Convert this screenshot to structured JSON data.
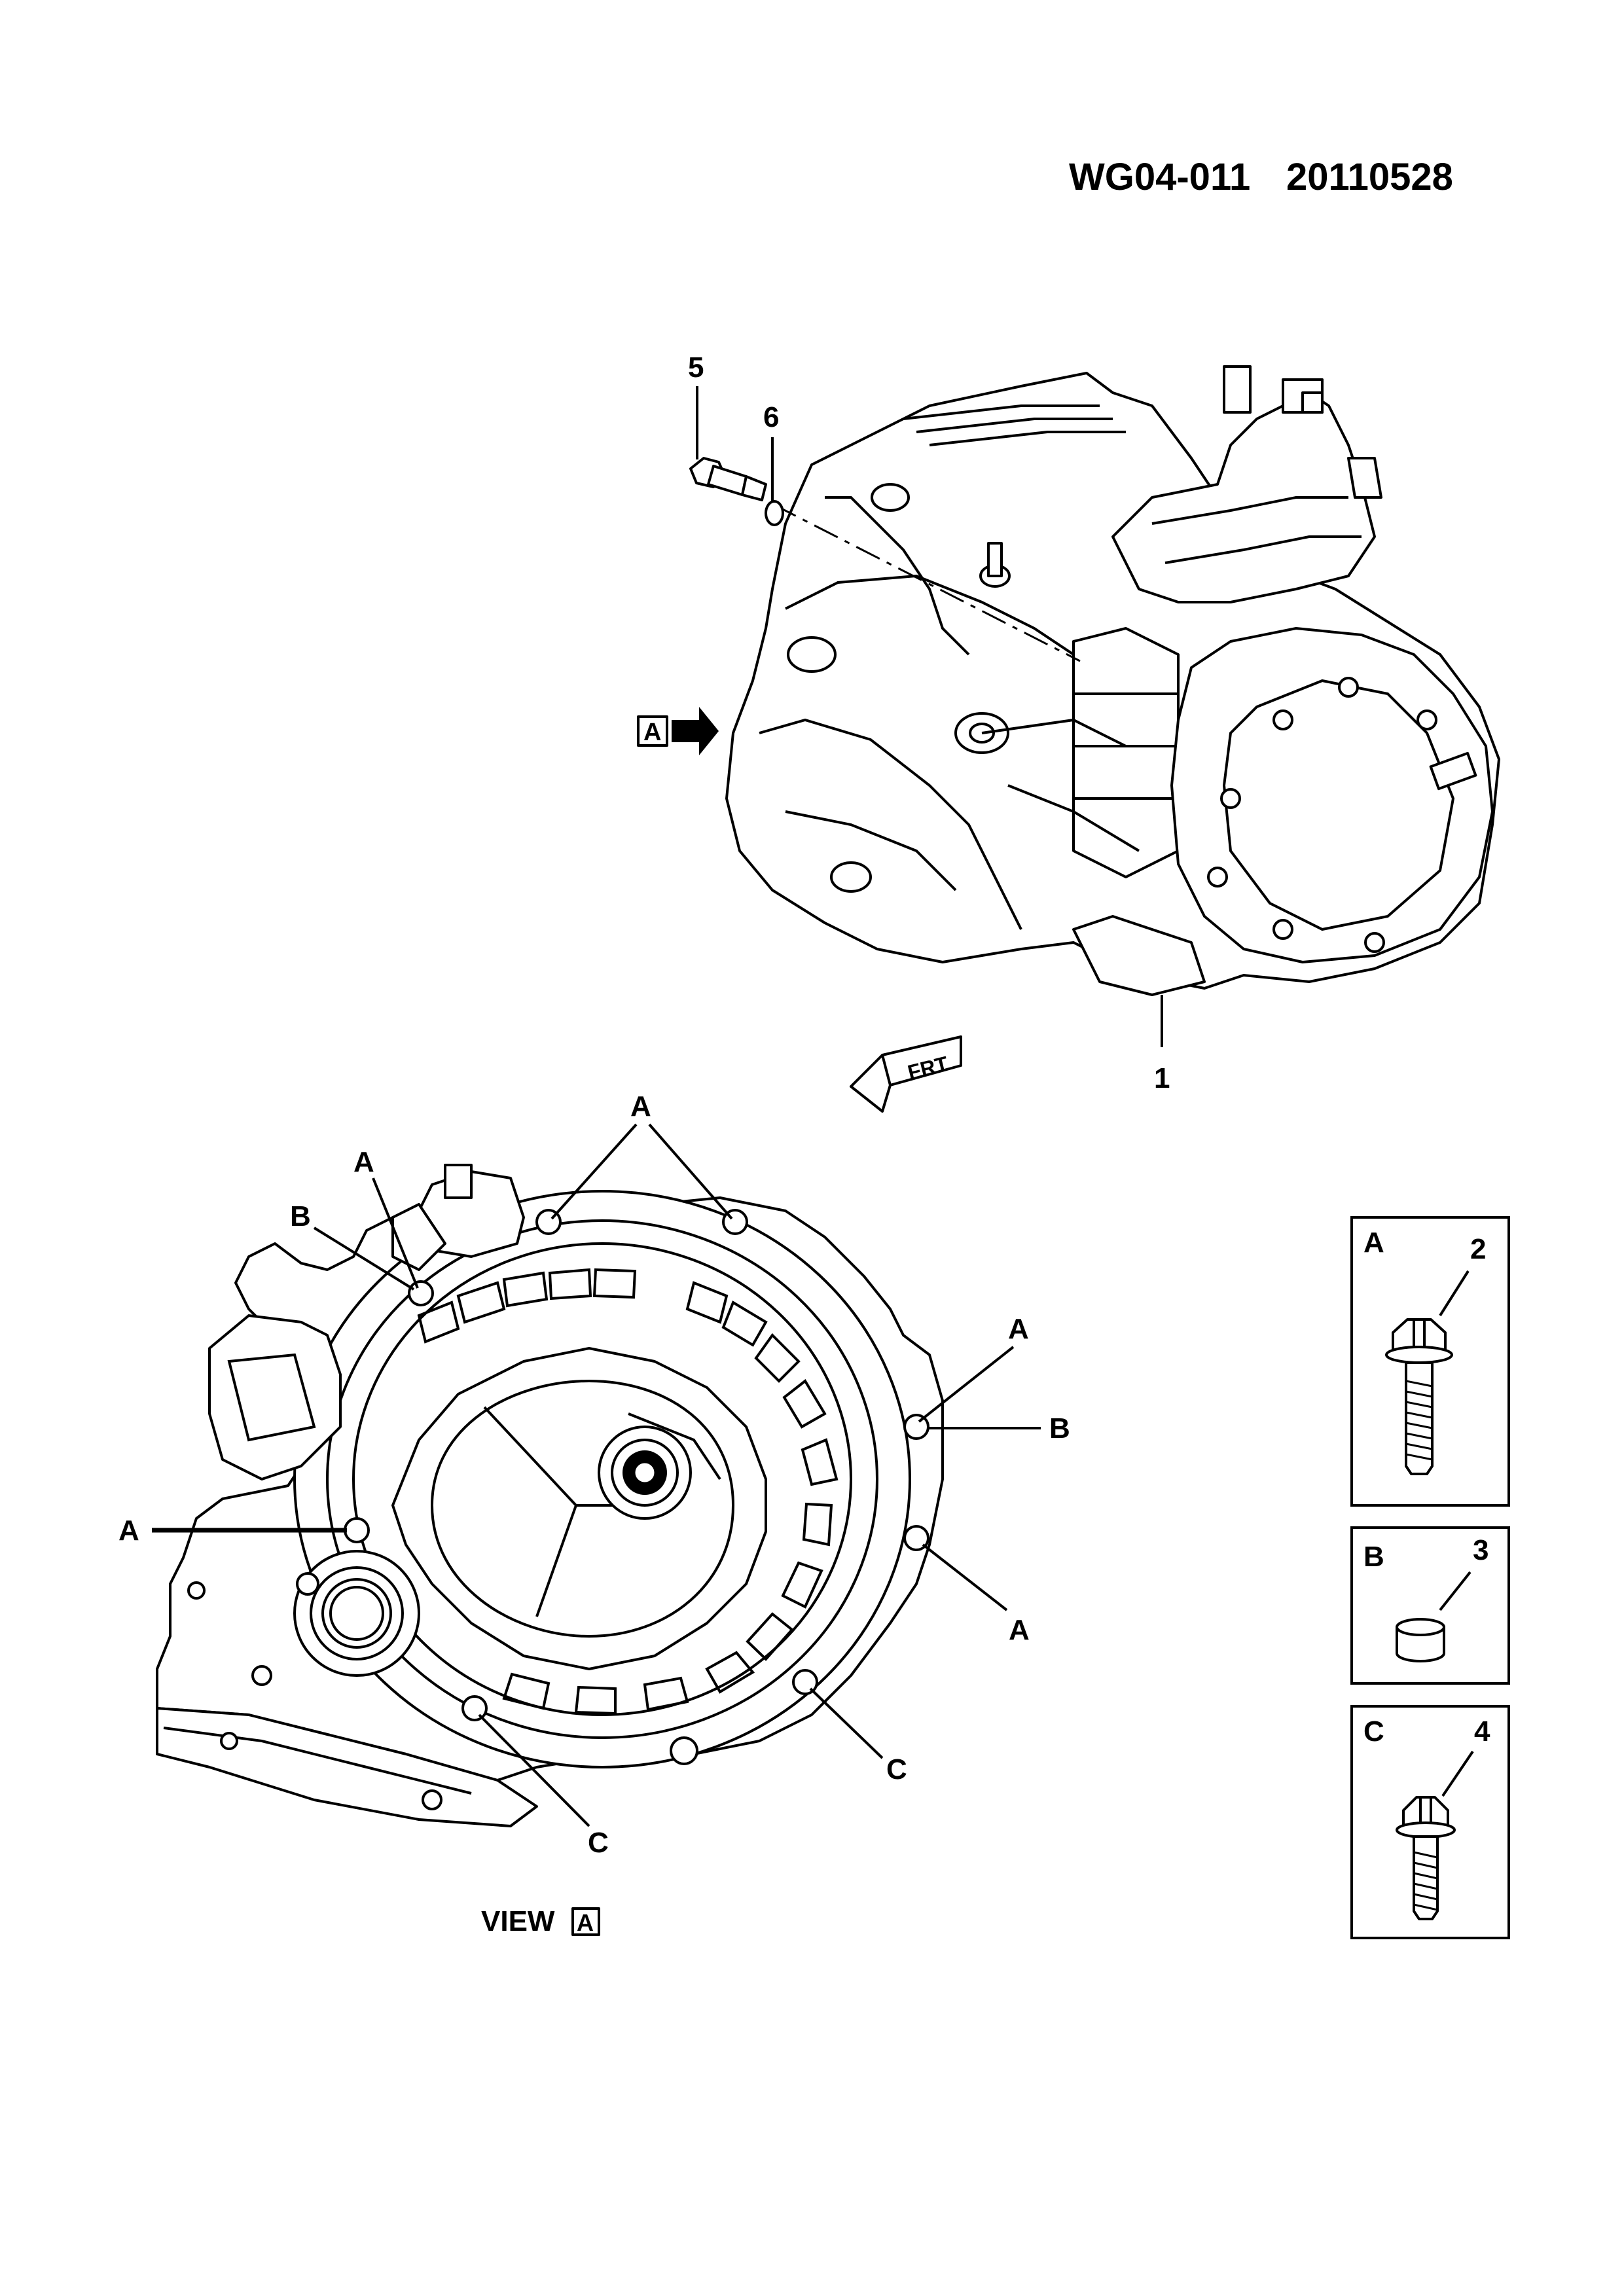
{
  "header": {
    "code": "WG04-011",
    "date": "20110528"
  },
  "view_title": "VIEW",
  "view_letter": "A",
  "direction_arrow": {
    "letter": "A"
  },
  "front_arrow_text": "FRT",
  "callouts": {
    "c1": "1",
    "c5": "5",
    "c6": "6",
    "A": "A",
    "B": "B",
    "C": "C"
  },
  "legend": [
    {
      "letter": "A",
      "part": "2",
      "icon": "flange-bolt-icon"
    },
    {
      "letter": "B",
      "part": "3",
      "icon": "dowel-sleeve-icon"
    },
    {
      "letter": "C",
      "part": "4",
      "icon": "flange-bolt-icon"
    }
  ]
}
